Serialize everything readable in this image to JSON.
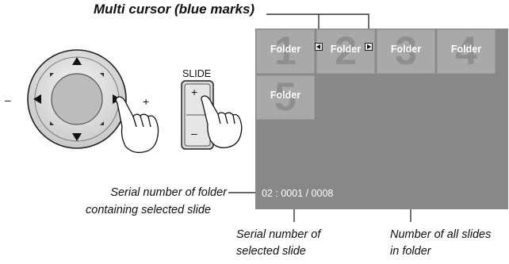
{
  "header": {
    "title": "Multi cursor (blue marks)"
  },
  "screen": {
    "folders": [
      {
        "number": "1",
        "label": "Folder"
      },
      {
        "number": "2",
        "label": "Folder"
      },
      {
        "number": "3",
        "label": "Folder"
      },
      {
        "number": "4",
        "label": "Folder"
      },
      {
        "number": "5",
        "label": "Folder"
      }
    ],
    "status": "02 : 0001 / 0008"
  },
  "controls": {
    "dpad_minus": "–",
    "dpad_plus": "+",
    "slide_label": "SLIDE",
    "slide_plus": "+",
    "slide_minus": "–"
  },
  "annotations": {
    "folder_serial_line1": "Serial number of folder",
    "folder_serial_line2": "containing selected slide",
    "slide_serial_line1": "Serial number of",
    "slide_serial_line2": "selected slide",
    "all_slides_line1": "Number of all slides",
    "all_slides_line2": "in folder"
  },
  "colors": {
    "screen": "#888888",
    "folder": "#a9a9a9",
    "cursor_mark": "#1f4fbf"
  }
}
